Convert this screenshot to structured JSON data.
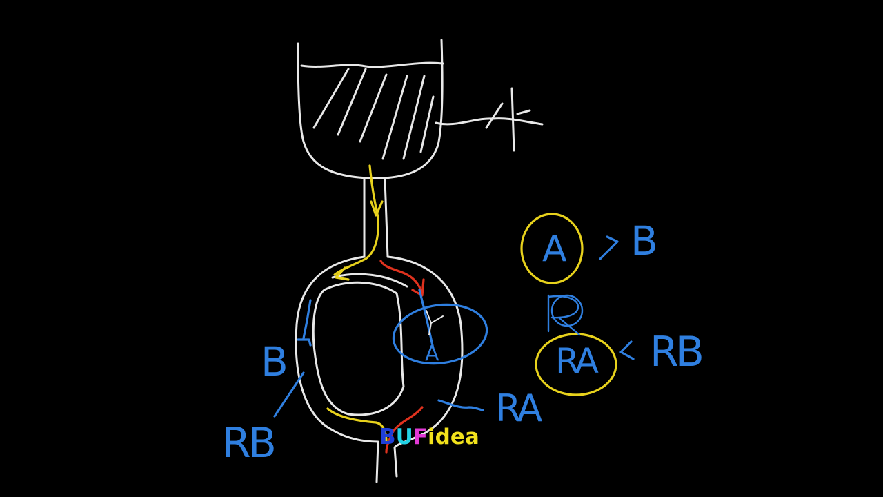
{
  "canvas": {
    "background": "#000000"
  },
  "colors": {
    "chalk": "#e8e8e8",
    "blue_ink": "#2f7fe0",
    "yellow_ink": "#e8d21c",
    "red_ink": "#e0321e"
  },
  "labels": {
    "left_b": "B",
    "left_rb": "RB",
    "right_ra": "RA",
    "circled_a": "A",
    "greater_than": ">",
    "right_b": "B",
    "circled_ra": "RA",
    "less_than": "<",
    "right_rb": "RB",
    "inner_a": "A"
  },
  "watermark": {
    "letters": [
      {
        "char": "B",
        "color": "#1f3fd8"
      },
      {
        "char": "U",
        "color": "#22d3e6"
      },
      {
        "char": "F",
        "color": "#e23ad6"
      },
      {
        "char": "idea",
        "color": "#f2e21c"
      }
    ]
  }
}
